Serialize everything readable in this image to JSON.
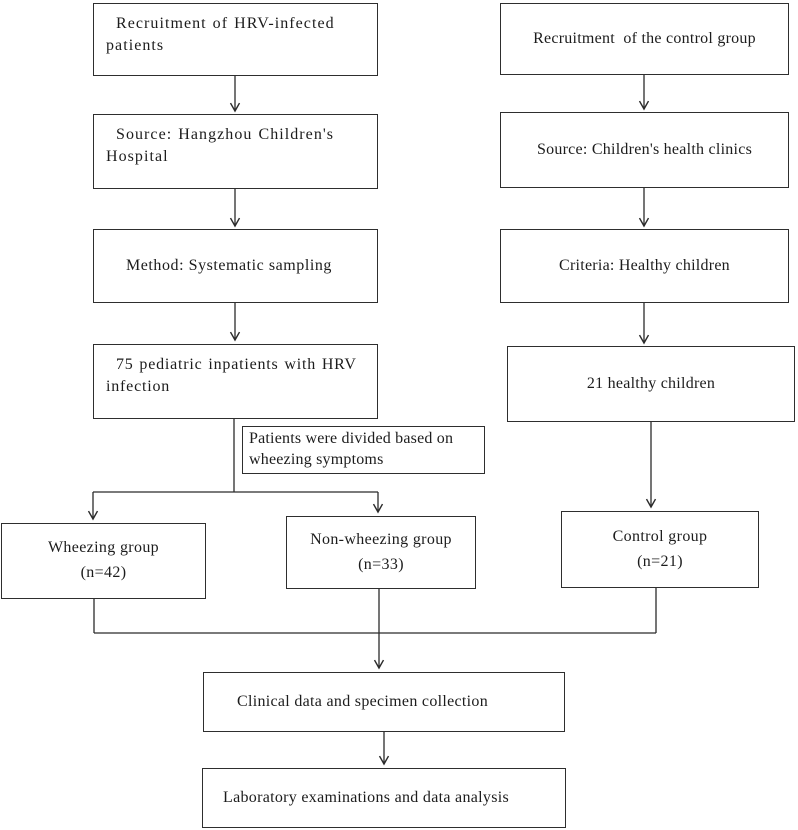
{
  "diagram": {
    "left_column": {
      "recruitment": "Recruitment of HRV-infected patients",
      "source": "Source: Hangzhou Children's Hospital",
      "method": "Method: Systematic sampling",
      "patients": "75 pediatric inpatients with HRV infection"
    },
    "right_column": {
      "recruitment": "Recruitment  of the control group",
      "source": "Source: Children's health clinics",
      "criteria": "Criteria: Healthy children",
      "healthy": "21 healthy children"
    },
    "note": "Patients were divided based on wheezing symptoms",
    "groups": {
      "wheezing": {
        "label": "Wheezing group",
        "n": "(n=42)"
      },
      "non_wheezing": {
        "label": "Non-wheezing group",
        "n": "(n=33)"
      },
      "control": {
        "label": "Control group",
        "n": "(n=21)"
      }
    },
    "final": {
      "clinical": "Clinical data and specimen collection",
      "laboratory": "Laboratory examinations and data analysis"
    },
    "colors": {
      "background": "#ffffff",
      "box_border": "#2e2e2e",
      "connector_line": "#2b2b2b",
      "text": "#1c1c1c"
    }
  }
}
